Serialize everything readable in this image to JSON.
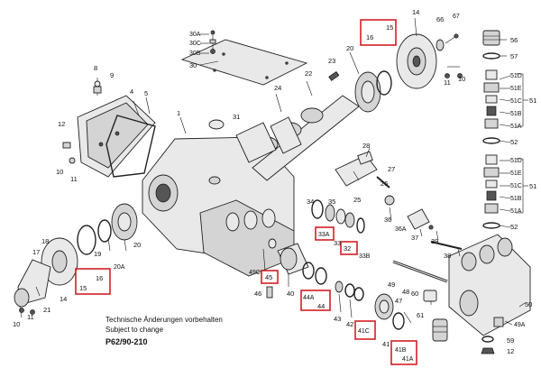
{
  "notes": {
    "line_de": "Technische Änderungen vorbehalten",
    "line_en": "Subject to change"
  },
  "model_code": "P62/90-210",
  "highlight_color": "#d21f26",
  "labels": {
    "l30a": "30A",
    "l30c": "30C",
    "l30b": "30B",
    "l30": "30",
    "l14t": "14",
    "l66": "66",
    "l67": "67",
    "l16t": "16",
    "l15t": "15",
    "l56": "56",
    "l57": "57",
    "l8": "8",
    "l9": "9",
    "l4": "4",
    "l5": "5",
    "l1": "1",
    "l31": "31",
    "l23": "23",
    "l22": "22",
    "l24": "24",
    "l20t": "20",
    "l11a": "11",
    "l10a": "10",
    "l51d1": "51D",
    "l51e1": "51E",
    "l51c1": "51C",
    "l51b1": "51B",
    "l51a1": "51A",
    "l52a": "52",
    "l51d2": "51D",
    "l51e2": "51E",
    "l51c2": "51C",
    "l51b2": "51B",
    "l51a2": "51A",
    "l52b": "52",
    "l51a": "51",
    "l51b": "51",
    "l12a": "12",
    "l10b": "10",
    "l11b": "11",
    "l28": "28",
    "l27": "27",
    "l26": "26",
    "l25": "25",
    "l34": "34",
    "l35": "35",
    "l33a": "33A",
    "l33": "33",
    "l32": "32",
    "l33b": "33B",
    "l36": "36",
    "l36a": "36A",
    "l37": "37",
    "l39": "39",
    "l38": "38",
    "l19": "19",
    "l20b": "20",
    "l20a": "20A",
    "l18": "18",
    "l17": "17",
    "l16b": "16",
    "l15b": "15",
    "l14b": "14",
    "l21": "21",
    "l10c": "10",
    "l11c": "11",
    "l49c": "49C",
    "l45": "45",
    "l46": "46",
    "l40": "40",
    "l44a": "44A",
    "l44": "44",
    "l43": "43",
    "l42": "42",
    "l41c": "41C",
    "l41": "41",
    "l41b": "41B",
    "l41a": "41A",
    "l49": "49",
    "l48": "48",
    "l47": "47",
    "l60": "60",
    "l61": "61",
    "l50": "50",
    "l49a": "49A",
    "l59": "59",
    "l12b": "12"
  }
}
